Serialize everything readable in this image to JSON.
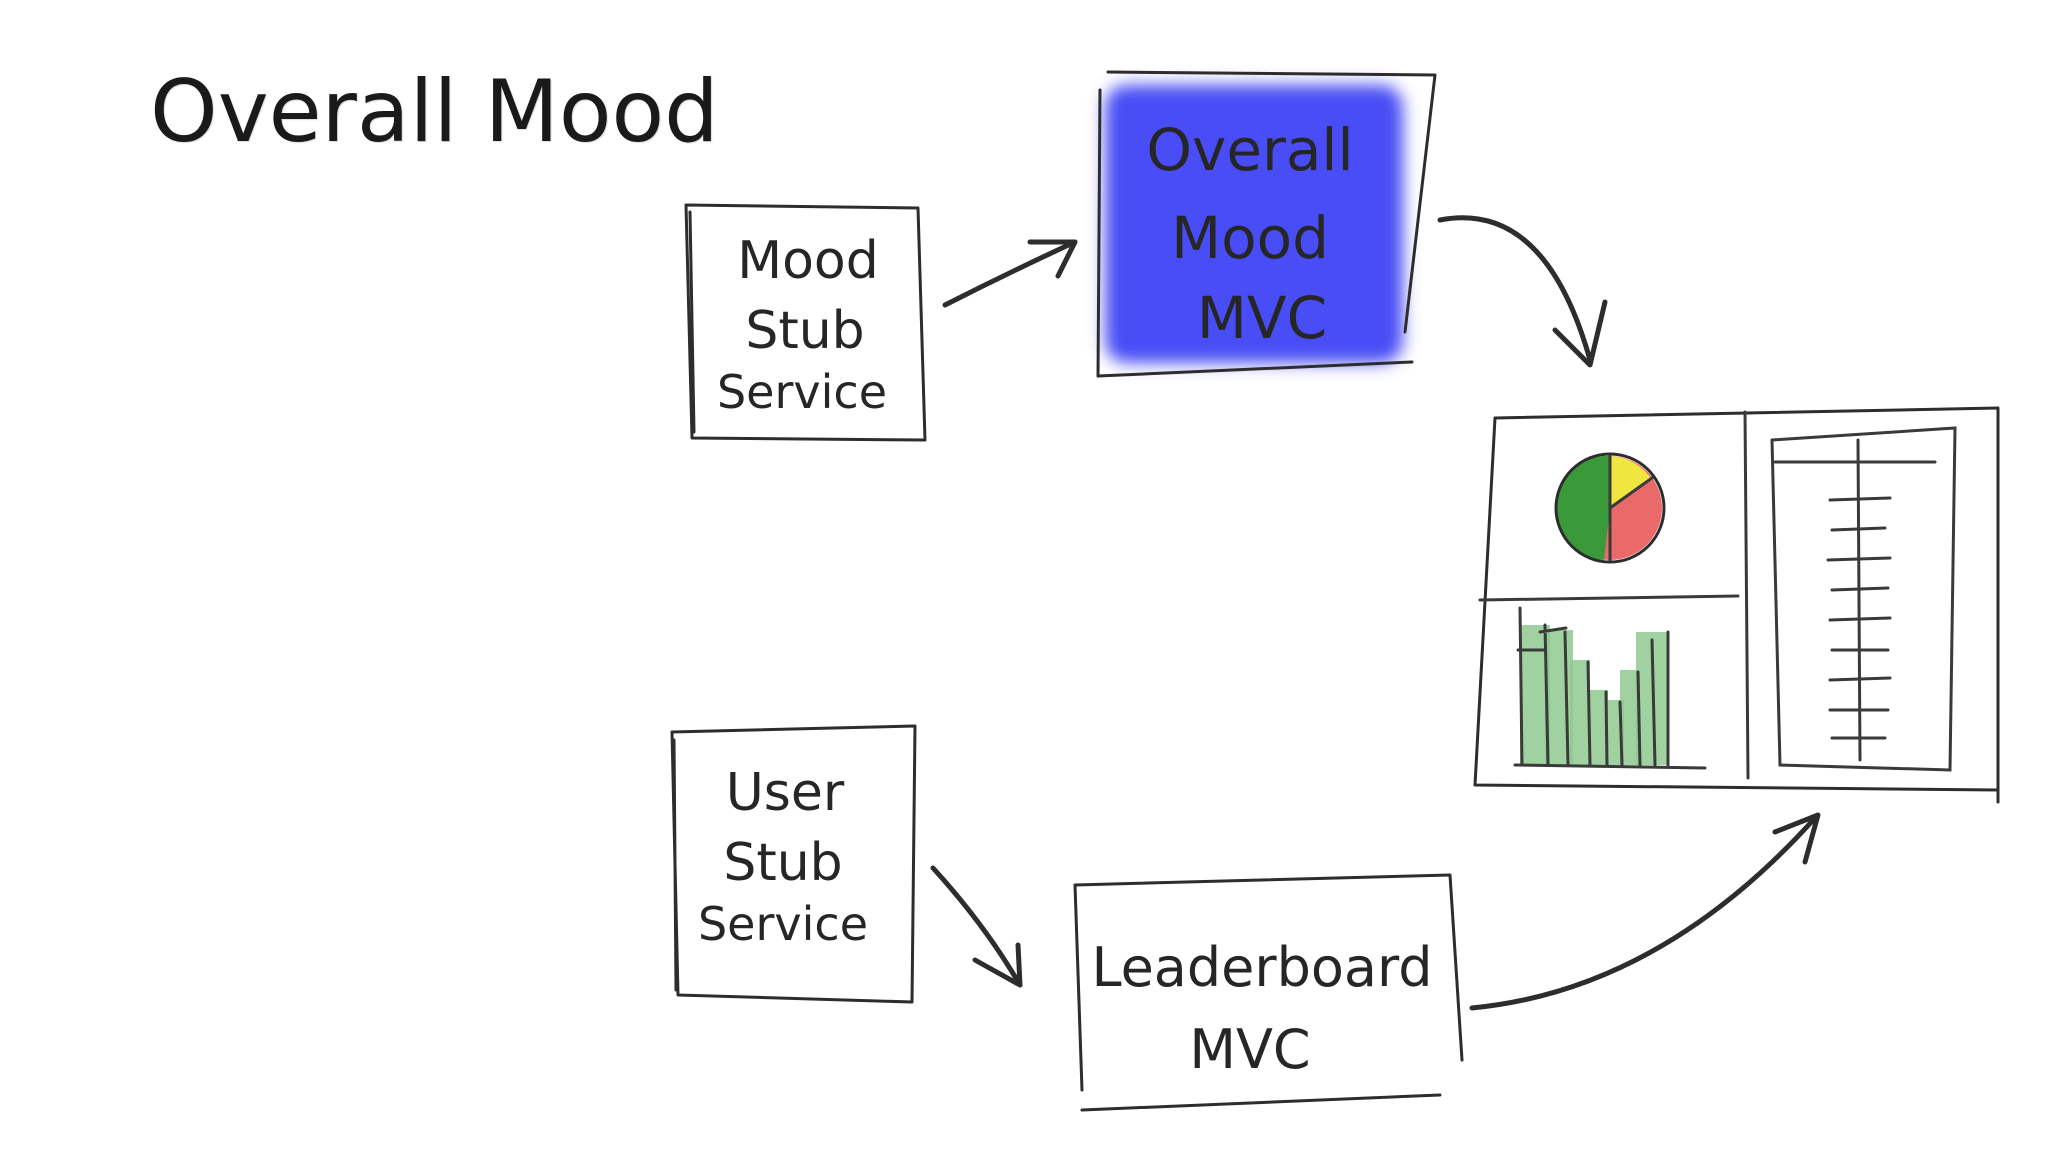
{
  "slide": {
    "title": "Overall Mood"
  },
  "diagram": {
    "mood_stub": {
      "lines": [
        "Mood",
        "Stub",
        "Service"
      ]
    },
    "overall_mood_mvc": {
      "lines": [
        "Overall",
        "Mood",
        "MVC"
      ],
      "fill_color": "#4a4ef5"
    },
    "user_stub": {
      "lines": [
        "User",
        "Stub",
        "Service"
      ]
    },
    "leaderboard_mvc": {
      "lines": [
        "Leaderboard",
        "MVC"
      ]
    },
    "dashboard": {
      "pie_colors": {
        "green": "#3a9a3a",
        "yellow": "#f0e640",
        "red": "#ea6a6a"
      },
      "bar_color": "#8fc98f"
    }
  }
}
